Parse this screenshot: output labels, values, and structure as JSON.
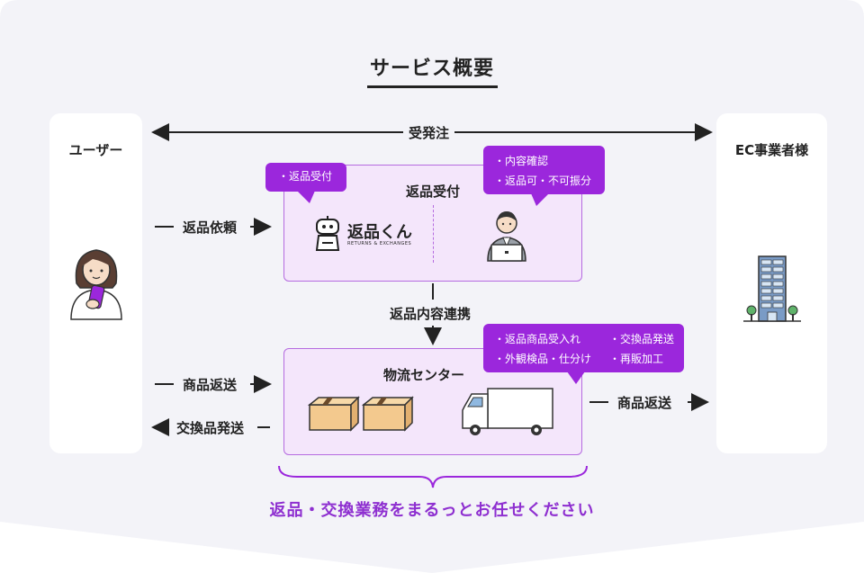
{
  "title": "サービス概要",
  "columns": {
    "user": "ユーザー",
    "merchant": "EC事業者様"
  },
  "top_arrow_label": "受発注",
  "return_box": {
    "title": "返品受付",
    "bubble_left": [
      "返品受付"
    ],
    "bubble_right": [
      "内容確認",
      "返品可・不可振分"
    ],
    "logo_main": "返品くん",
    "logo_sub": "RETURNS & EXCHANGES"
  },
  "request_label": "返品依頼",
  "link_label": "返品内容連携",
  "logistics_box": {
    "title": "物流センター",
    "bubble_col1": [
      "返品商品受入れ",
      "外観検品・仕分け"
    ],
    "bubble_col2": [
      "交換品発送",
      "再販加工"
    ]
  },
  "return_ship_label": "商品返送",
  "exchange_ship_label": "交換品発送",
  "merchant_return_label": "商品返送",
  "tagline": "返品・交換業務をまるっとお任せください",
  "colors": {
    "accent": "#9b27dc",
    "box_fill": "#f4e6fb",
    "box_border": "#b56be0",
    "background": "#f3f3f8"
  }
}
